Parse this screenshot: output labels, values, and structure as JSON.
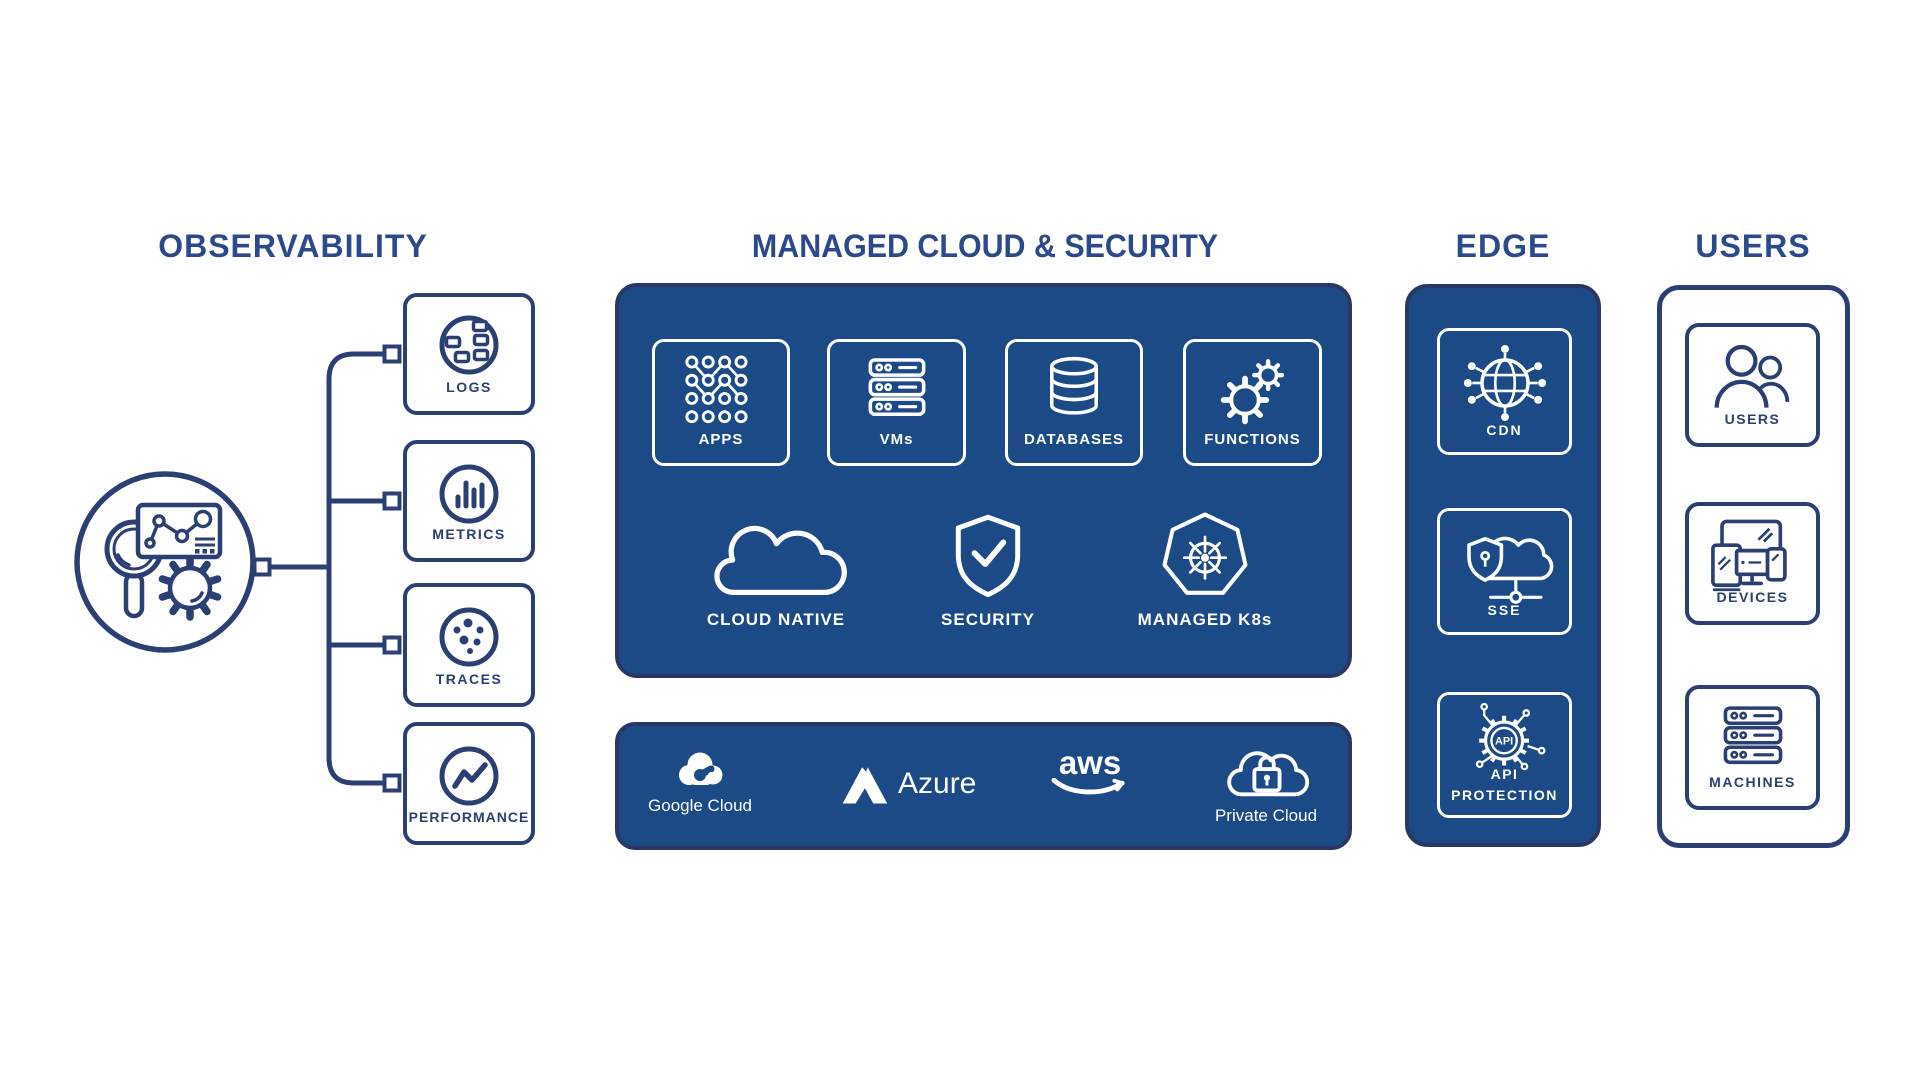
{
  "colors": {
    "background": "#ffffff",
    "navy_outline": "#2b3f72",
    "title_navy": "#2c4a8b",
    "panel_blue": "#1b4a87",
    "panel_border": "#2a3765",
    "icon_white": "#ffffff"
  },
  "sections": {
    "observability": {
      "title": "OBSERVABILITY",
      "items": [
        {
          "label": "LOGS",
          "icon": "logs-icon"
        },
        {
          "label": "METRICS",
          "icon": "metrics-icon"
        },
        {
          "label": "TRACES",
          "icon": "traces-icon"
        },
        {
          "label": "PERFORMANCE",
          "icon": "performance-icon"
        }
      ]
    },
    "managed_cloud": {
      "title": "MANAGED CLOUD & SECURITY",
      "top_row": [
        {
          "label": "APPS",
          "icon": "apps-icon"
        },
        {
          "label": "VMs",
          "icon": "vms-icon"
        },
        {
          "label": "DATABASES",
          "icon": "databases-icon"
        },
        {
          "label": "FUNCTIONS",
          "icon": "functions-icon"
        }
      ],
      "middle_row": [
        {
          "label": "CLOUD NATIVE",
          "icon": "cloud-native-icon"
        },
        {
          "label": "SECURITY",
          "icon": "security-shield-icon"
        },
        {
          "label": "MANAGED K8s",
          "icon": "kubernetes-icon"
        }
      ],
      "providers": [
        {
          "label": "Google Cloud",
          "icon": "google-cloud-icon"
        },
        {
          "label": "Azure",
          "icon": "azure-icon"
        },
        {
          "label": "aws",
          "icon": "aws-icon"
        },
        {
          "label": "Private Cloud",
          "icon": "private-cloud-icon"
        }
      ]
    },
    "edge": {
      "title": "EDGE",
      "api_icon_text": "API",
      "items": [
        {
          "label": "CDN",
          "icon": "cdn-icon"
        },
        {
          "label": "SSE",
          "icon": "sse-icon"
        },
        {
          "label": "API PROTECTION",
          "icon": "api-protection-icon"
        }
      ]
    },
    "users": {
      "title": "USERS",
      "items": [
        {
          "label": "USERS",
          "icon": "users-icon"
        },
        {
          "label": "DEVICES",
          "icon": "devices-icon"
        },
        {
          "label": "MACHINES",
          "icon": "machines-icon"
        }
      ]
    }
  }
}
